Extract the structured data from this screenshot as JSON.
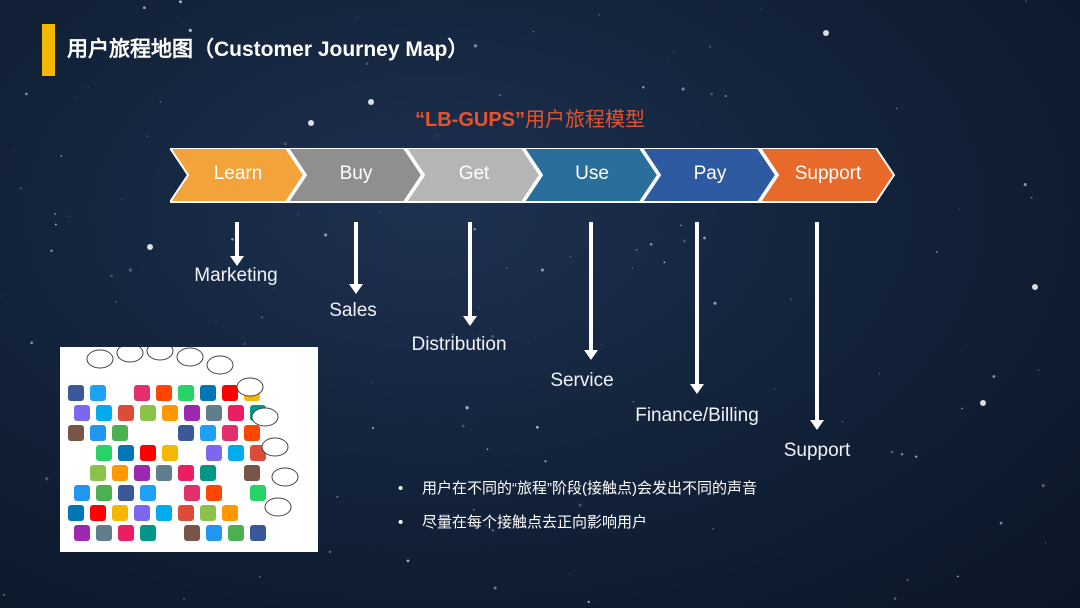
{
  "header": {
    "title": "用户旅程地图（Customer Journey Map）"
  },
  "model": {
    "title_quoted": "“LB-GUPS”",
    "title_suffix": "用户旅程模型"
  },
  "stages": [
    {
      "label": "Learn",
      "color": "#f2a43a",
      "step": "Marketing"
    },
    {
      "label": "Buy",
      "color": "#8f8f8f",
      "step": "Sales"
    },
    {
      "label": "Get",
      "color": "#b5b5b5",
      "step": "Distribution"
    },
    {
      "label": "Use",
      "color": "#2a6f9b",
      "step": "Service"
    },
    {
      "label": "Pay",
      "color": "#2d5aa0",
      "step": "Finance/Billing"
    },
    {
      "label": "Support",
      "color": "#e86a2a",
      "step": "Support"
    }
  ],
  "image": {
    "description_icon": "social-media-icons-collage"
  },
  "bullets": [
    "用户在不同的“旅程”阶段(接触点)会发出不同的声音",
    "尽量在每个接触点去正向影响用户"
  ],
  "colors": {
    "accent": "#f5b800",
    "subtitle": "#e8532d",
    "background": "#13233b"
  }
}
